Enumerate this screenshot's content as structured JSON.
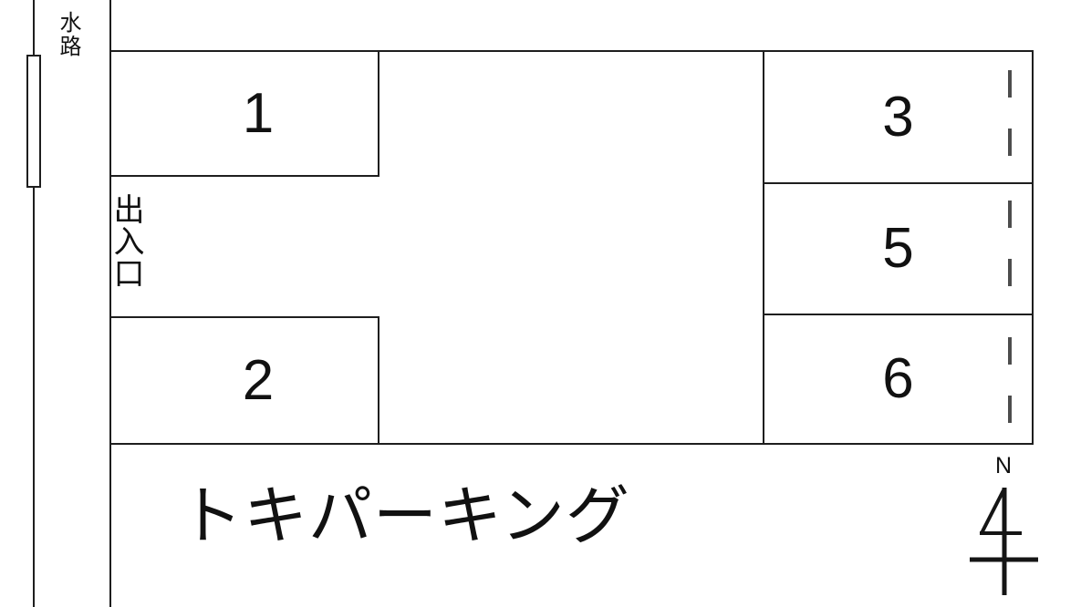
{
  "diagram": {
    "waterway_label": "水路",
    "entrance_label": "出入口",
    "title": "トキパーキング",
    "north_label": "N",
    "line_color": "#1e1e1e",
    "dash_color": "#4d4d4d"
  },
  "spots": [
    {
      "number": "1"
    },
    {
      "number": "2"
    },
    {
      "number": "3"
    },
    {
      "number": "5"
    },
    {
      "number": "6"
    }
  ]
}
